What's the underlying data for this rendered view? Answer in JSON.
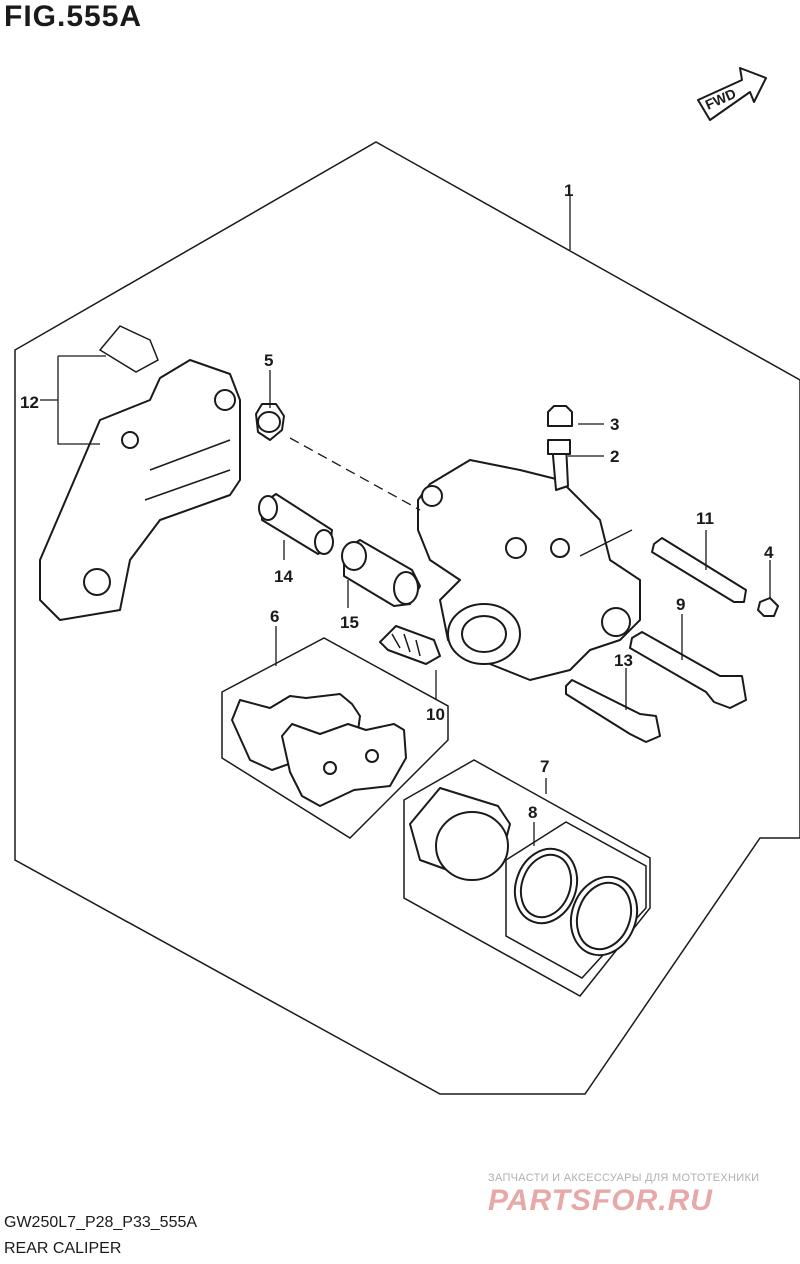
{
  "figure": {
    "title": "FIG.555A",
    "code": "GW250L7_P28_P33_555A",
    "description": "REAR CALIPER",
    "fwd_label": "FWD"
  },
  "parts": [
    {
      "ref": "1"
    },
    {
      "ref": "2"
    },
    {
      "ref": "3"
    },
    {
      "ref": "4"
    },
    {
      "ref": "5"
    },
    {
      "ref": "6"
    },
    {
      "ref": "7"
    },
    {
      "ref": "8"
    },
    {
      "ref": "9"
    },
    {
      "ref": "10"
    },
    {
      "ref": "11"
    },
    {
      "ref": "12"
    },
    {
      "ref": "13"
    },
    {
      "ref": "14"
    },
    {
      "ref": "15"
    }
  ],
  "watermark": {
    "tagline": "ЗАПЧАСТИ И АКСЕССУАРЫ ДЛЯ МОТОТЕХНИКИ",
    "brand": "PARTSFOR.RU"
  }
}
